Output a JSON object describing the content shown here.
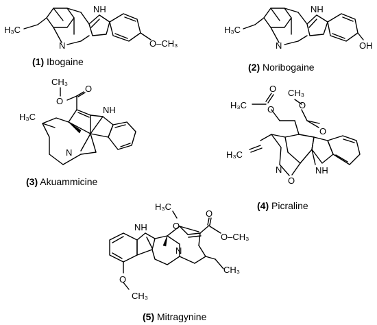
{
  "compounds": [
    {
      "number": "(1)",
      "name": "Ibogaine"
    },
    {
      "number": "(2)",
      "name": "Noribogaine"
    },
    {
      "number": "(3)",
      "name": "Akuammicine"
    },
    {
      "number": "(4)",
      "name": "Picraline"
    },
    {
      "number": "(5)",
      "name": "Mitragynine"
    }
  ],
  "atoms": {
    "nh": "NH",
    "n": "N",
    "o": "O",
    "oh": "OH",
    "h3c": "H₃C",
    "ch3": "CH₃",
    "o_ch3": "O–CH₃",
    "h3c_o": "H₃C–O",
    "ch3_sub": "CH₃",
    "och3": "OCH₃"
  }
}
